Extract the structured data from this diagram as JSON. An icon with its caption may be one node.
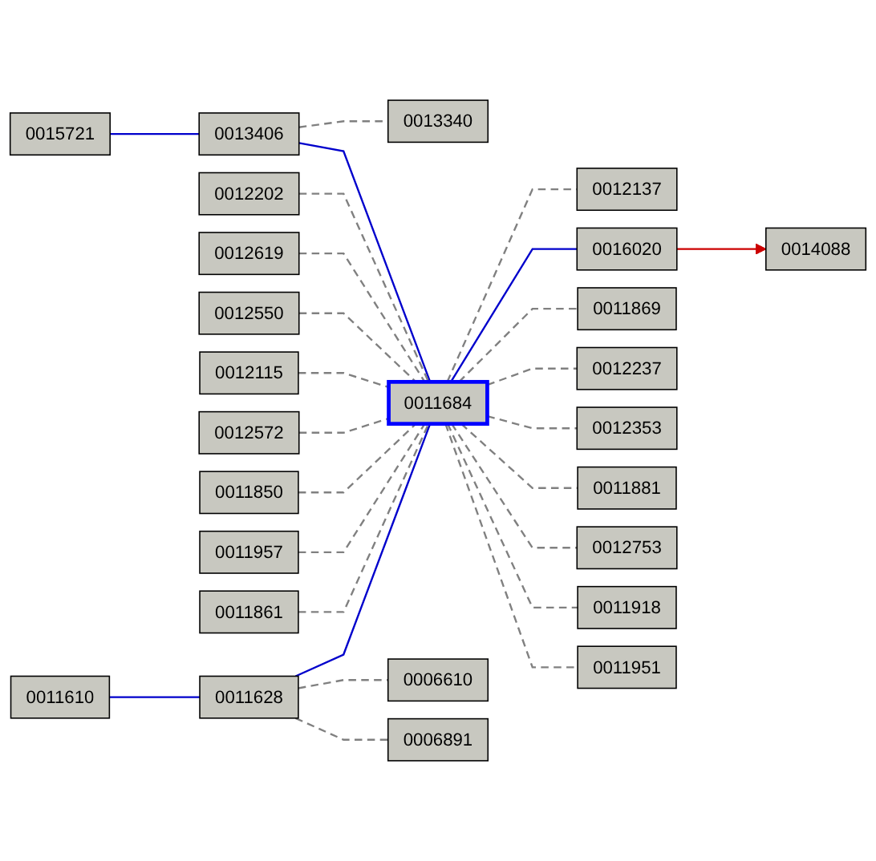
{
  "diagram": {
    "nodes": [
      {
        "text": [
          "0015721"
        ]
      },
      {
        "text": [
          "0013340"
        ]
      },
      {
        "text": [
          "0013406"
        ]
      },
      {
        "text": [
          "0012202"
        ]
      },
      {
        "text": [
          "0012619"
        ]
      },
      {
        "text": [
          "0012137"
        ]
      },
      {
        "text": [
          "0012550"
        ]
      },
      {
        "text": [
          "0014088"
        ]
      },
      {
        "text": [
          "0012115"
        ]
      },
      {
        "text": [
          "0016020"
        ]
      },
      {
        "text": [
          "0012572"
        ]
      },
      {
        "text": [
          "0011850"
        ]
      },
      {
        "text": [
          "0011684"
        ]
      },
      {
        "text": [
          "0011869"
        ]
      },
      {
        "text": [
          "0011957"
        ]
      },
      {
        "text": [
          "0012237"
        ]
      },
      {
        "text": [
          "0011861"
        ]
      },
      {
        "text": [
          "0012353"
        ]
      },
      {
        "text": [
          "0011881"
        ]
      },
      {
        "text": [
          "0012753"
        ]
      },
      {
        "text": [
          "0011918"
        ]
      },
      {
        "text": [
          "0011951"
        ]
      },
      {
        "text": [
          "0011628"
        ]
      },
      {
        "text": [
          "0006610"
        ]
      },
      {
        "text": [
          "0011610"
        ]
      },
      {
        "text": [
          "0006891"
        ]
      }
    ],
    "edges": [
      {
        "from": 0,
        "to": 2,
        "arrow": "none",
        "color": "#0000cc"
      },
      {
        "from": 2,
        "to": 1,
        "arrow": "none",
        "style": "dashed"
      },
      {
        "from": 2,
        "to": 12,
        "arrow": "none",
        "color": "#0000cc"
      },
      {
        "from": 3,
        "to": 12,
        "arrow": "none",
        "style": "dashed"
      },
      {
        "from": 4,
        "to": 12,
        "arrow": "none",
        "style": "dashed"
      },
      {
        "from": 6,
        "to": 12,
        "arrow": "none",
        "style": "dashed"
      },
      {
        "from": 8,
        "to": 12,
        "arrow": "none",
        "style": "dashed"
      },
      {
        "from": 10,
        "to": 12,
        "arrow": "none",
        "style": "dashed"
      },
      {
        "from": 11,
        "to": 12,
        "arrow": "none",
        "style": "dashed"
      },
      {
        "from": 14,
        "to": 12,
        "arrow": "none",
        "style": "dashed"
      },
      {
        "from": 16,
        "to": 12,
        "arrow": "none",
        "style": "dashed"
      },
      {
        "from": 12,
        "to": 5,
        "arrow": "none",
        "style": "dashed"
      },
      {
        "from": 12,
        "to": 13,
        "arrow": "none",
        "style": "dashed"
      },
      {
        "from": 12,
        "to": 15,
        "arrow": "none",
        "style": "dashed"
      },
      {
        "from": 12,
        "to": 17,
        "arrow": "none",
        "style": "dashed"
      },
      {
        "from": 12,
        "to": 18,
        "arrow": "none",
        "style": "dashed"
      },
      {
        "from": 12,
        "to": 19,
        "arrow": "none",
        "style": "dashed"
      },
      {
        "from": 12,
        "to": 20,
        "arrow": "none",
        "style": "dashed"
      },
      {
        "from": 12,
        "to": 21,
        "arrow": "none",
        "style": "dashed"
      },
      {
        "from": 12,
        "to": 9,
        "arrow": "none",
        "color": "#0000cc"
      },
      {
        "from": 9,
        "to": 7,
        "arrow": "to",
        "color": "#cc0000"
      },
      {
        "from": 22,
        "to": 12,
        "arrow": "none",
        "color": "#0000cc"
      },
      {
        "from": 22,
        "to": 23,
        "arrow": "none",
        "style": "dashed"
      },
      {
        "from": 24,
        "to": 22,
        "arrow": "none",
        "color": "#0000cc"
      },
      {
        "from": 22,
        "to": 25,
        "arrow": "none",
        "style": "dashed"
      }
    ]
  }
}
